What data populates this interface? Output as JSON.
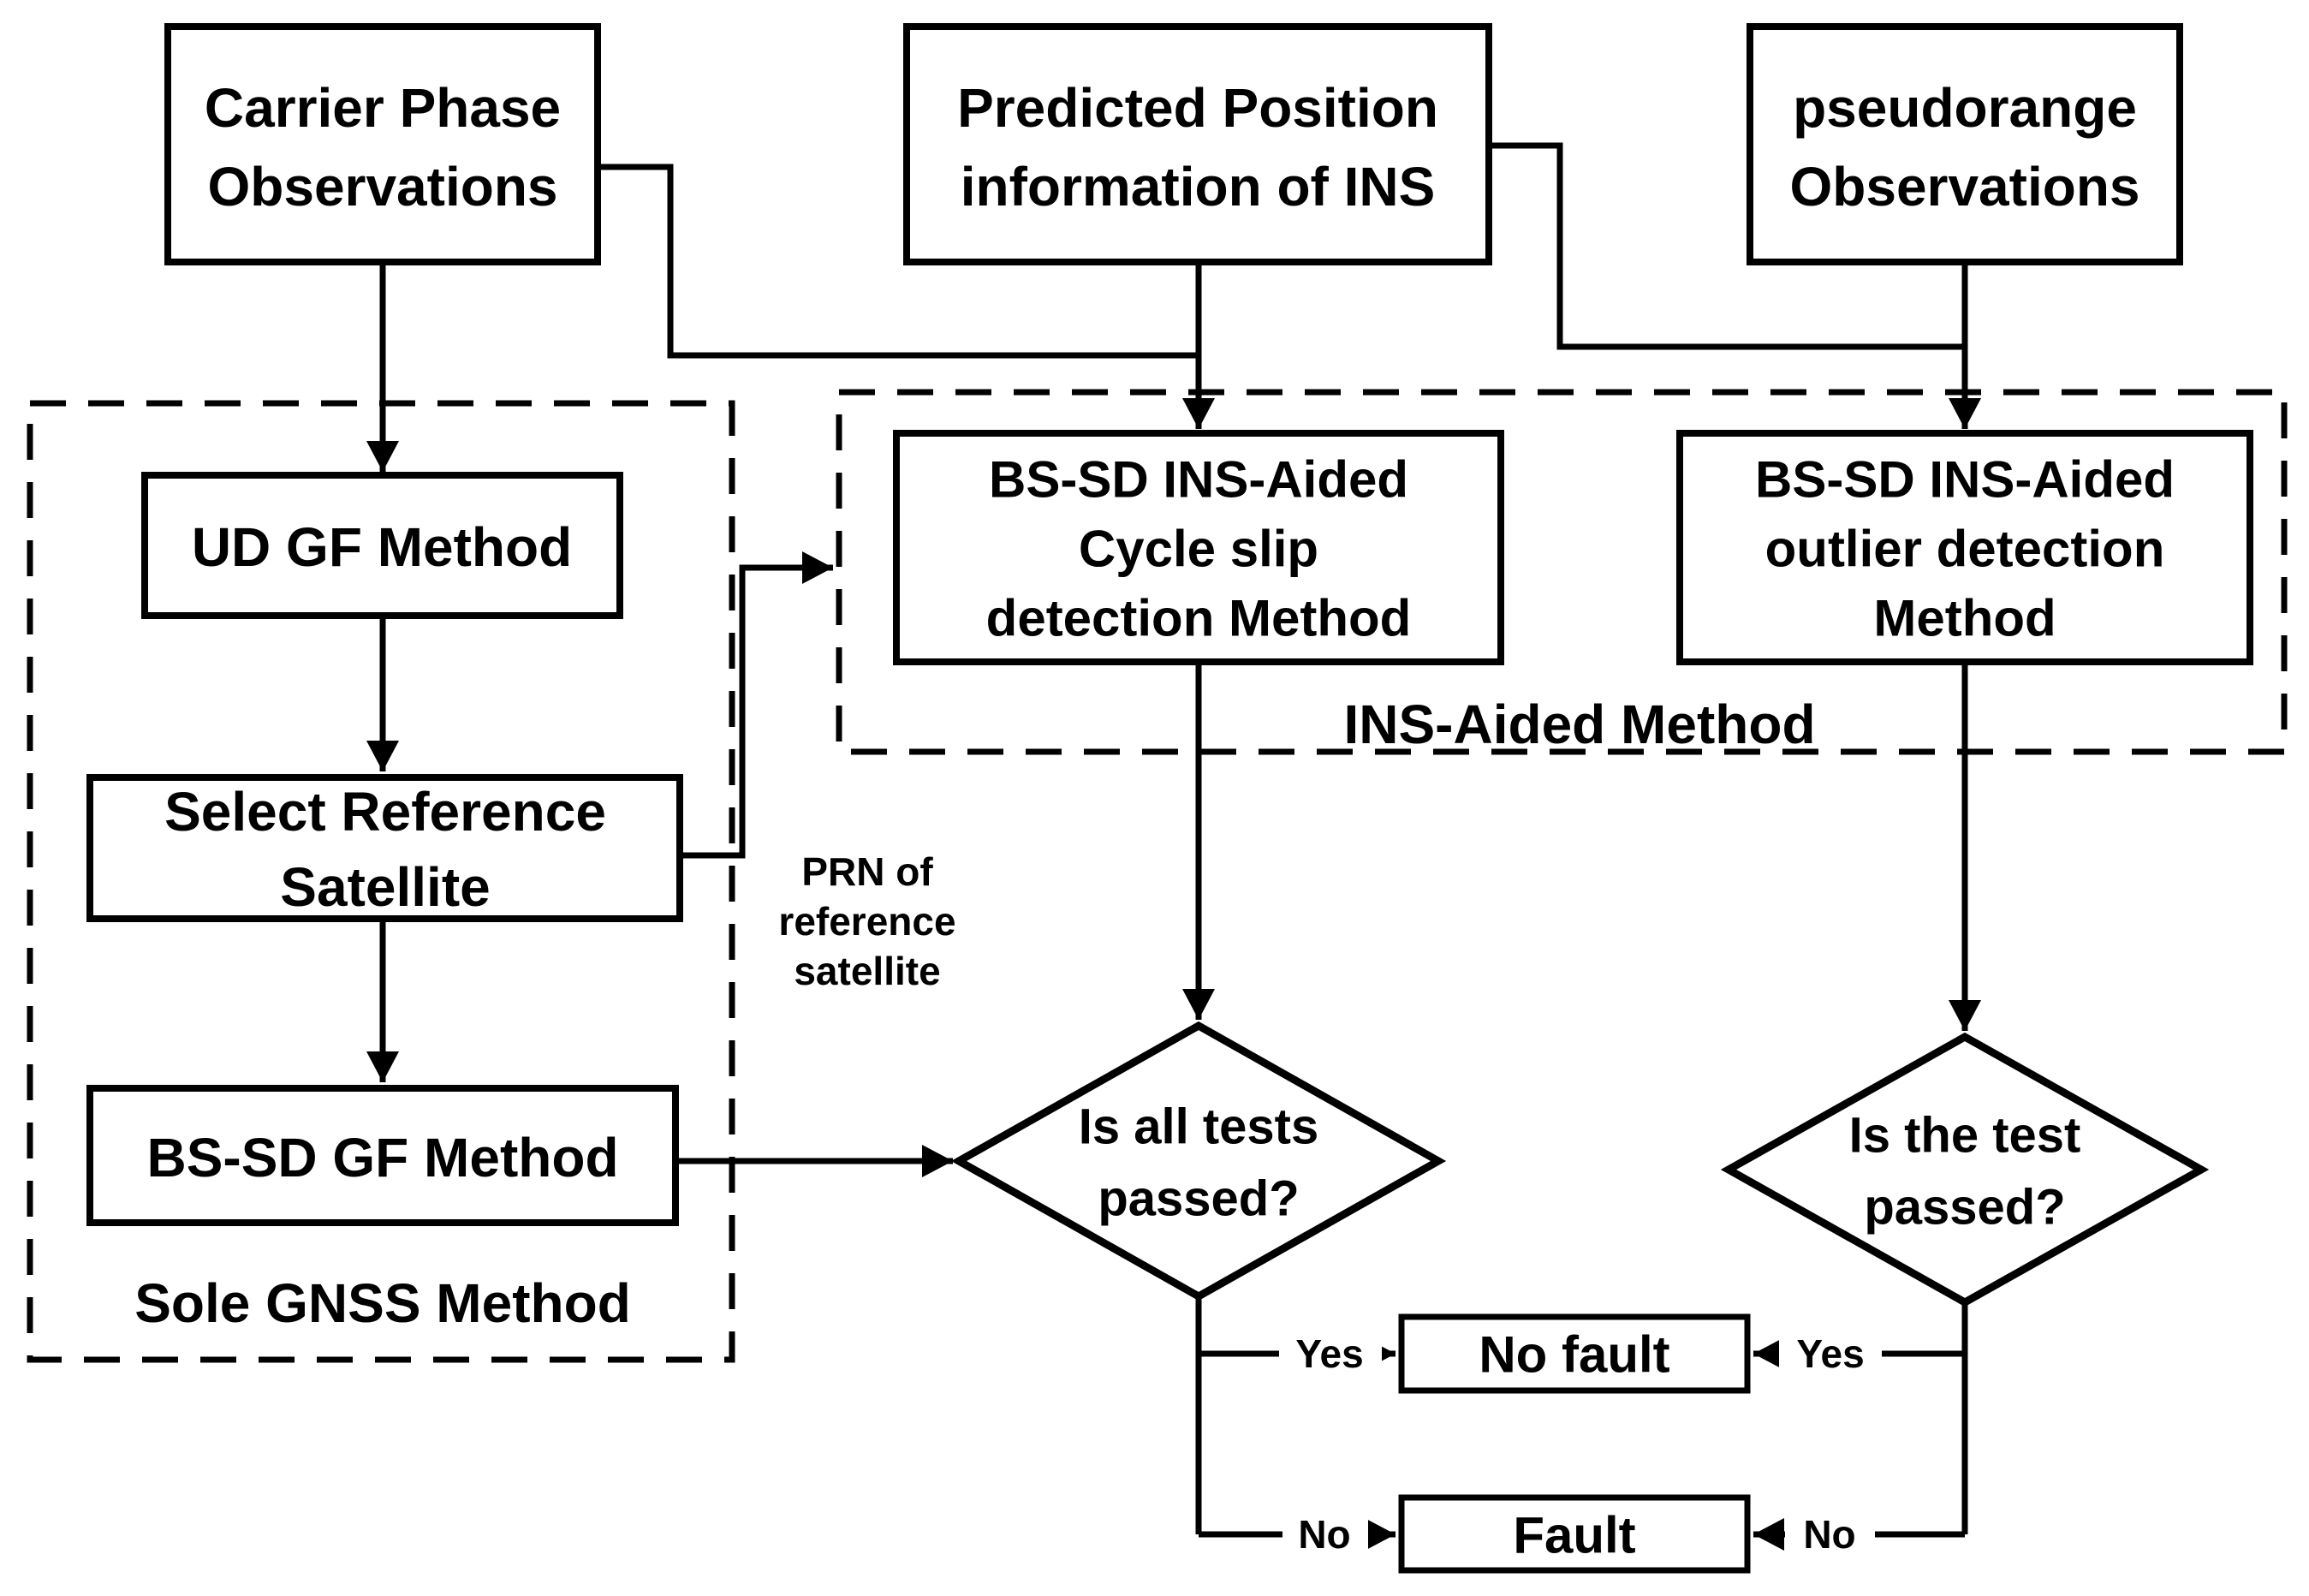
{
  "diagram": {
    "background": "#FFFFFF",
    "colors": {
      "line": "#000000",
      "accent": "#FF0000"
    },
    "nodes": {
      "carrier_phase": {
        "line1": "Carrier Phase",
        "line2": "Observations"
      },
      "predicted_position": {
        "line1": "Predicted Position",
        "line2": "information of INS"
      },
      "pseudorange": {
        "line1": "pseudorange",
        "line2": "Observations"
      },
      "ud_gf": {
        "label": "UD GF Method"
      },
      "select_reference": {
        "line1": "Select Reference",
        "line2": "Satellite"
      },
      "bssd_gf": {
        "label": "BS-SD GF Method"
      },
      "cycle_slip": {
        "line1": "BS-SD INS-Aided",
        "line2": "Cycle slip",
        "line3": "detection Method"
      },
      "outlier_detection": {
        "line1": "BS-SD INS-Aided",
        "line2": "outlier detection",
        "line3": "Method"
      },
      "decision_left": {
        "line1": "Is all tests",
        "line2": "passed?"
      },
      "decision_right": {
        "line1": "Is the test",
        "line2": "passed?"
      },
      "no_fault": {
        "label": "No fault"
      },
      "fault": {
        "label": "Fault"
      }
    },
    "regions": {
      "sole_gnss": {
        "label": "Sole GNSS Method"
      },
      "ins_aided": {
        "label": "INS-Aided Method"
      }
    },
    "annotations": {
      "prn": {
        "line1": "PRN of",
        "line2": "reference",
        "line3": "satellite"
      }
    },
    "edge_labels": {
      "yes_left": "Yes",
      "no_left": "No",
      "yes_right": "Yes",
      "no_right": "No"
    }
  }
}
